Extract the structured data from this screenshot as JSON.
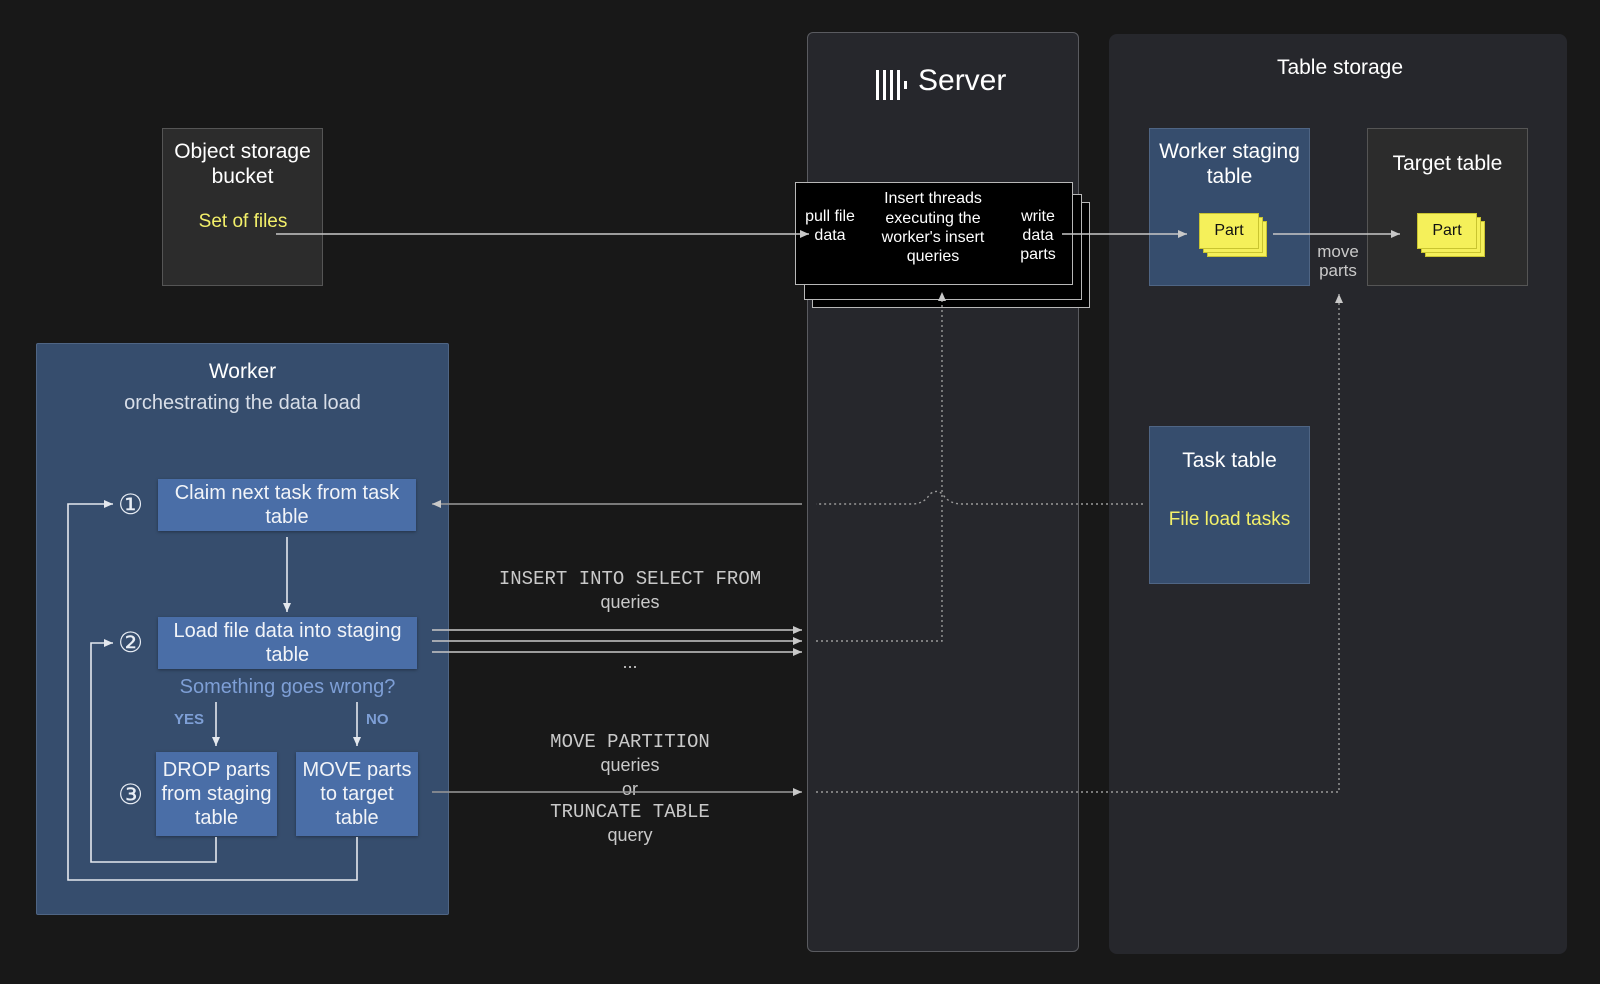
{
  "object_storage": {
    "title": "Object storage bucket",
    "content": "Set of files"
  },
  "server": {
    "title": "Server",
    "logo_icon": "clickhouse-logo-icon"
  },
  "insert_threads": {
    "title": "Insert threads",
    "subtitle": "executing the worker's insert queries",
    "left_label": "pull file data",
    "right_label": "write data parts"
  },
  "table_storage": {
    "title": "Table storage",
    "staging": {
      "title": "Worker staging table",
      "part": "Part"
    },
    "target": {
      "title": "Target table",
      "part": "Part"
    },
    "move_label": "move parts",
    "task": {
      "title": "Task table",
      "content": "File load tasks"
    }
  },
  "worker": {
    "title": "Worker",
    "subtitle": "orchestrating the data load",
    "step1_num": "①",
    "step1": "Claim next task from task table",
    "step2_num": "②",
    "step2": "Load file data into staging table",
    "question": "Something goes wrong?",
    "yes": "YES",
    "no": "NO",
    "step3_num": "③",
    "drop": "DROP parts from staging table",
    "move": "MOVE parts to target table"
  },
  "queries": {
    "insert_sql": "INSERT INTO SELECT FROM",
    "insert_word": "queries",
    "ellipsis": "...",
    "move_sql": "MOVE PARTITION",
    "move_word": "queries",
    "or": "or",
    "truncate_sql": "TRUNCATE TABLE",
    "truncate_word": "query"
  },
  "colors": {
    "background": "#181818",
    "panel": "#26272c",
    "worker_panel": "#364d6d",
    "step_box": "#4a6ea7",
    "highlight_text": "#f3f06a",
    "part_fill": "#f5f05a"
  }
}
